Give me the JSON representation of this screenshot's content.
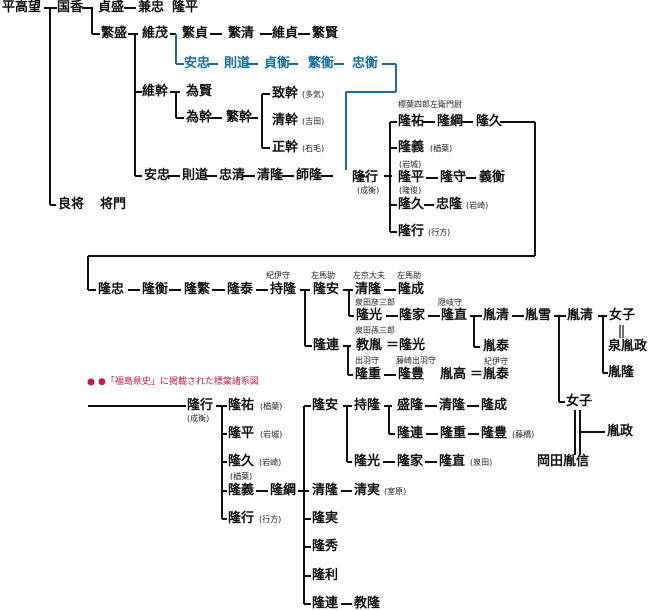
{
  "colors": {
    "line": "#111111",
    "blue_branch": "#1a6fa0",
    "caption": "#c8194d"
  },
  "caption": "●「福島県史」に掲載された標葉諸系図",
  "annotations": {
    "shineha_shiro": "標葉四郎左衛門尉",
    "kii_no_kami": "紀伊守",
    "sama_no_suke_1": "左馬助",
    "sakyo_taifu": "左京大夫",
    "sama_no_suke_2": "左馬助",
    "izumida_hikosaburo": "泉田彦三郎",
    "oki_no_kami": "隠岐守",
    "izumida_magosaburo": "泉田孫三郎",
    "dewa_no_kami": "出羽守",
    "fujisaki_dewa": "藤崎出羽守",
    "kii_no_kami_2": "紀伊守"
  },
  "tree1": {
    "hirataka": "平高望",
    "kunika": "国香",
    "sadamori": "貞盛",
    "kanetada": "兼忠",
    "takahira": "隆平",
    "shigemori": "繁盛",
    "koremochi": "維茂",
    "shigesada": "繁貞",
    "shigekiyo": "繁清",
    "koresada": "維貞",
    "shigekata": "繁賢",
    "b_yasutada": "安忠",
    "b_norimichi": "則道",
    "b_sadahira": "貞衡",
    "b_shigehira": "繁衡",
    "b_tadahira": "忠衡",
    "koremoto": "維幹",
    "tamekata": "為賢",
    "tamemoto": "為幹",
    "shigemoto": "繁幹",
    "munemoto": "致幹",
    "munemoto_n": "(多気)",
    "kiyomoto": "清幹",
    "kiyomoto_n": "(吉田)",
    "masamoto": "正幹",
    "masamoto_n": "(石毛)",
    "yasutada": "安忠",
    "norimichi": "則道",
    "tadakiyo": "忠清",
    "kiyotaka": "清隆",
    "morotaka": "師隆",
    "takayuki": "隆行",
    "takayuki_n": "(成衡)",
    "takasuke": "隆祐",
    "takatsuna": "隆綱",
    "takahisa": "隆久",
    "takayoshi": "隆義",
    "takayoshi_n": "(楢葉)",
    "takahira_iwaki": "(岩城)",
    "takamori": "隆守",
    "yoshihira": "義衡",
    "takahira_n2": "(隆俊)",
    "takahisa2": "隆久",
    "tadataka": "忠隆",
    "tadataka_n": "(岩崎)",
    "takayuki2": "隆行",
    "takayuki2_n": "(行方)",
    "yoshimasa": "良将",
    "masakado": "将門"
  },
  "tree2": {
    "takatada": "隆忠",
    "takahira": "隆衡",
    "takashige": "隆繁",
    "takayasu": "隆泰",
    "mochitaka": "持隆",
    "takayasu2": "隆安",
    "kiyotaka": "清隆",
    "takanari": "隆成",
    "takamitsu": "隆光",
    "takaie": "隆家",
    "takanao": "隆直",
    "tanekiyo": "胤清",
    "taneo": "胤雪",
    "taneyasu": "胤泰",
    "taneki": "胤清",
    "onago": "女子",
    "izumi_tanemasa": "泉胤政",
    "tanetaka": "胤隆",
    "takatsura": "隆連",
    "noritane": "教胤",
    "eq1": "＝",
    "takamitsu2": "隆光",
    "takashige2": "隆重",
    "takatoyo": "隆豊",
    "tanetaka2": "胤高",
    "eq2": "＝",
    "taneyasu2": "胤泰",
    "onago2": "女子",
    "tanemasa": "胤政",
    "okada": "岡田胤信"
  },
  "tree3": {
    "takayuki": "隆行",
    "takayuki_n": "(成衡)",
    "takasuke": "隆祐",
    "takasuke_n": "(楢葉)",
    "takahira": "隆平",
    "takahira_n": "(岩城)",
    "takahisa": "隆久",
    "takahisa_n": "(岩崎)",
    "takayoshi_n": "(楢葉)",
    "takayoshi": "隆義",
    "takatsuna": "隆綱",
    "takayuki2": "隆行",
    "takayuki2_n": "(行方)",
    "takayasu": "隆安",
    "mochitaka": "持隆",
    "moritaka": "盛隆",
    "kiyotaka": "清隆",
    "takanari": "隆成",
    "takatsura": "隆連",
    "takashige": "隆重",
    "takatoyo": "隆豊",
    "takatoyo_n": "(藤橋)",
    "takamitsu": "隆光",
    "takaie": "隆家",
    "takanao": "隆直",
    "takanao_n": "(泉田)",
    "kiyotaka2": "清隆",
    "kiyozane": "清実",
    "kiyozane_n": "(室原)",
    "takazane": "隆実",
    "takahide": "隆秀",
    "takatoshi": "隆利",
    "takatsura2": "隆連",
    "noritaka": "教隆"
  }
}
